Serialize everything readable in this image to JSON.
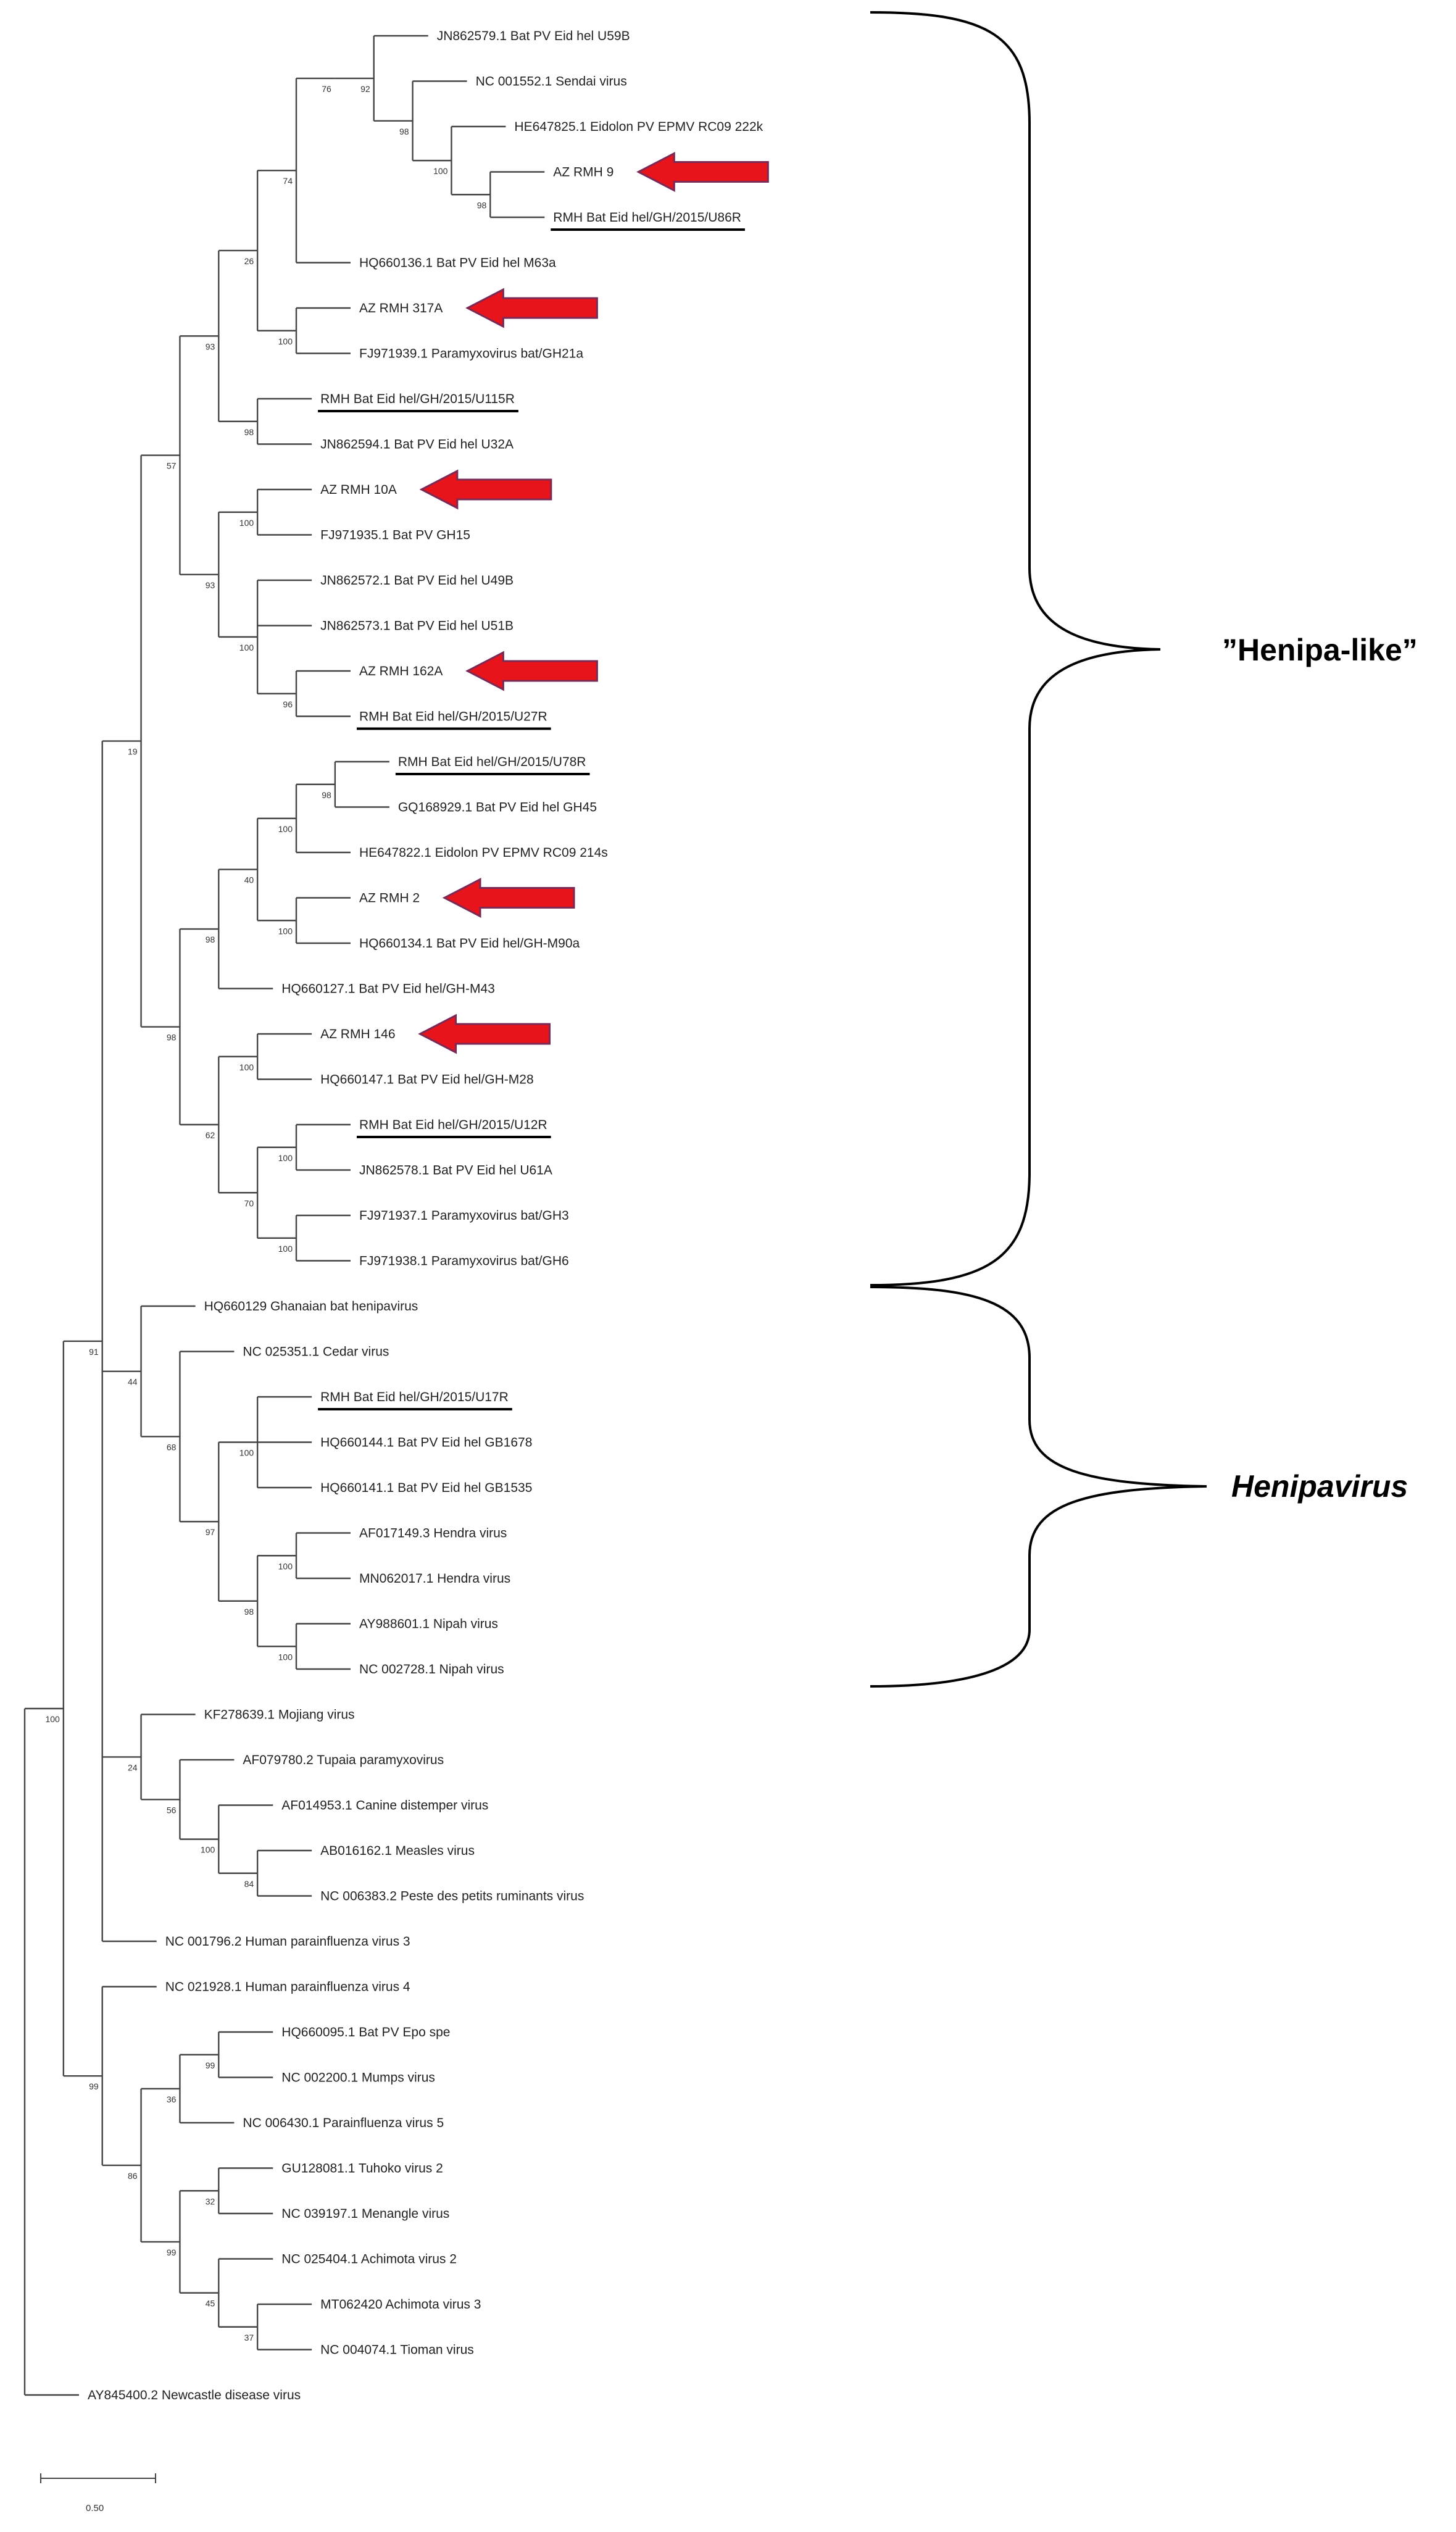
{
  "clade_labels": {
    "henipa_like": "”Henipa-like”",
    "henipavirus": "Henipavirus"
  },
  "scale_bar": {
    "label": "0.50"
  },
  "colors": {
    "branch": "#444444",
    "arrow_fill": "#e8141c",
    "arrow_stroke": "#7a2a55",
    "underline": "#000000",
    "bracket": "#000000"
  },
  "tree": {
    "support": 100,
    "children": [
      {
        "support": 91,
        "children": [
          {
            "support": 19,
            "children": [
              {
                "support": 57,
                "children": [
                  {
                    "support": 93,
                    "children": [
                      {
                        "support": 26,
                        "children": [
                          {
                            "support": 74,
                            "children": [
                              {
                                "support": 76,
                                "children": [
                                  {
                                    "support": 92,
                                    "children": [
                                      {
                                        "leaf": "JN862579.1 Bat PV Eid hel U59B"
                                      },
                                      {
                                        "support": 98,
                                        "children": [
                                          {
                                            "leaf": "NC 001552.1 Sendai virus"
                                          },
                                          {
                                            "support": 100,
                                            "children": [
                                              {
                                                "leaf": "HE647825.1 Eidolon PV EPMV RC09 222k"
                                              },
                                              {
                                                "support": 98,
                                                "children": [
                                                  {
                                                    "leaf": "AZ RMH 9",
                                                    "arrow": true
                                                  },
                                                  {
                                                    "leaf": "RMH Bat Eid hel/GH/2015/U86R",
                                                    "underline": true
                                                  }
                                                ]
                                              }
                                            ]
                                          }
                                        ]
                                      }
                                    ]
                                  }
                                ]
                              },
                              {
                                "leaf": "HQ660136.1 Bat PV Eid hel M63a"
                              }
                            ]
                          },
                          {
                            "support": 100,
                            "children": [
                              {
                                "leaf": "AZ RMH 317A",
                                "arrow": true
                              },
                              {
                                "leaf": "FJ971939.1 Paramyxovirus bat/GH21a"
                              }
                            ]
                          }
                        ]
                      },
                      {
                        "support": 98,
                        "children": [
                          {
                            "leaf": "RMH Bat Eid hel/GH/2015/U115R",
                            "underline": true
                          },
                          {
                            "leaf": "JN862594.1 Bat PV Eid hel U32A"
                          }
                        ]
                      }
                    ]
                  },
                  {
                    "support": 93,
                    "children": [
                      {
                        "support": 100,
                        "children": [
                          {
                            "leaf": "AZ RMH 10A",
                            "arrow": true
                          },
                          {
                            "leaf": "FJ971935.1 Bat PV GH15"
                          }
                        ]
                      },
                      {
                        "support": 100,
                        "children": [
                          {
                            "leaf": "JN862572.1 Bat PV Eid hel U49B"
                          },
                          {
                            "leaf": "JN862573.1 Bat PV Eid hel U51B"
                          },
                          {
                            "support": 96,
                            "children": [
                              {
                                "leaf": "AZ RMH 162A",
                                "arrow": true
                              },
                              {
                                "leaf": "RMH Bat Eid hel/GH/2015/U27R",
                                "underline": true
                              }
                            ]
                          }
                        ]
                      }
                    ]
                  }
                ]
              },
              {
                "support": 98,
                "children": [
                  {
                    "support": 98,
                    "children": [
                      {
                        "support": 40,
                        "children": [
                          {
                            "support": 100,
                            "children": [
                              {
                                "support": 98,
                                "children": [
                                  {
                                    "leaf": "RMH Bat Eid hel/GH/2015/U78R",
                                    "underline": true
                                  },
                                  {
                                    "leaf": "GQ168929.1 Bat PV Eid hel GH45"
                                  }
                                ]
                              },
                              {
                                "leaf": "HE647822.1 Eidolon PV EPMV RC09 214s"
                              }
                            ]
                          },
                          {
                            "support": 100,
                            "children": [
                              {
                                "leaf": "AZ RMH 2",
                                "arrow": true
                              },
                              {
                                "leaf": "HQ660134.1 Bat PV Eid hel/GH-M90a"
                              }
                            ]
                          }
                        ]
                      },
                      {
                        "leaf": "HQ660127.1 Bat PV Eid hel/GH-M43"
                      }
                    ]
                  },
                  {
                    "support": 62,
                    "children": [
                      {
                        "support": 100,
                        "children": [
                          {
                            "leaf": "AZ RMH 146",
                            "arrow": true
                          },
                          {
                            "leaf": "HQ660147.1 Bat PV Eid hel/GH-M28"
                          }
                        ]
                      },
                      {
                        "support": 70,
                        "children": [
                          {
                            "support": 100,
                            "children": [
                              {
                                "leaf": "RMH Bat Eid hel/GH/2015/U12R",
                                "underline": true
                              },
                              {
                                "leaf": "JN862578.1 Bat PV Eid hel U61A"
                              }
                            ]
                          },
                          {
                            "support": 100,
                            "children": [
                              {
                                "leaf": "FJ971937.1 Paramyxovirus bat/GH3"
                              },
                              {
                                "leaf": "FJ971938.1 Paramyxovirus bat/GH6"
                              }
                            ]
                          }
                        ]
                      }
                    ]
                  }
                ]
              }
            ]
          },
          {
            "support": 44,
            "children": [
              {
                "leaf": "HQ660129 Ghanaian bat henipavirus"
              },
              {
                "support": 68,
                "children": [
                  {
                    "leaf": "NC 025351.1 Cedar virus"
                  },
                  {
                    "support": 97,
                    "children": [
                      {
                        "support": 100,
                        "children": [
                          {
                            "leaf": "RMH Bat Eid hel/GH/2015/U17R",
                            "underline": true
                          },
                          {
                            "leaf": "HQ660144.1 Bat PV Eid hel GB1678"
                          },
                          {
                            "leaf": "HQ660141.1 Bat PV Eid hel GB1535"
                          }
                        ]
                      },
                      {
                        "support": 98,
                        "children": [
                          {
                            "support": 100,
                            "children": [
                              {
                                "leaf": "AF017149.3 Hendra virus"
                              },
                              {
                                "leaf": "MN062017.1 Hendra virus"
                              }
                            ]
                          },
                          {
                            "support": 100,
                            "children": [
                              {
                                "leaf": "AY988601.1 Nipah virus"
                              },
                              {
                                "leaf": "NC 002728.1 Nipah virus"
                              }
                            ]
                          }
                        ]
                      }
                    ]
                  }
                ]
              }
            ]
          },
          {
            "support": 24,
            "children": [
              {
                "leaf": "KF278639.1 Mojiang virus"
              },
              {
                "support": 56,
                "children": [
                  {
                    "leaf": "AF079780.2 Tupaia paramyxovirus"
                  },
                  {
                    "support": 100,
                    "children": [
                      {
                        "leaf": "AF014953.1 Canine distemper virus"
                      },
                      {
                        "support": 84,
                        "children": [
                          {
                            "leaf": "AB016162.1 Measles virus"
                          },
                          {
                            "leaf": "NC 006383.2 Peste des petits ruminants virus"
                          }
                        ]
                      }
                    ]
                  }
                ]
              }
            ]
          },
          {
            "leaf": "NC 001796.2 Human parainfluenza virus 3"
          }
        ]
      },
      {
        "support": 99,
        "children": [
          {
            "leaf": "NC 021928.1 Human parainfluenza virus 4"
          },
          {
            "support": 86,
            "children": [
              {
                "support": 36,
                "children": [
                  {
                    "support": 99,
                    "children": [
                      {
                        "leaf": "HQ660095.1 Bat PV Epo spe"
                      },
                      {
                        "leaf": "NC 002200.1 Mumps virus"
                      }
                    ]
                  },
                  {
                    "leaf": "NC 006430.1 Parainfluenza virus 5"
                  }
                ]
              },
              {
                "support": 99,
                "children": [
                  {
                    "support": 32,
                    "children": [
                      {
                        "leaf": "GU128081.1 Tuhoko virus 2"
                      },
                      {
                        "leaf": "NC 039197.1 Menangle virus"
                      }
                    ]
                  },
                  {
                    "support": 45,
                    "children": [
                      {
                        "leaf": "NC 025404.1 Achimota virus 2"
                      },
                      {
                        "support": 37,
                        "children": [
                          {
                            "leaf": "MT062420 Achimota virus 3"
                          },
                          {
                            "leaf": "NC 004074.1 Tioman virus"
                          }
                        ]
                      }
                    ]
                  }
                ]
              }
            ]
          }
        ]
      }
    ]
  },
  "outgroup": {
    "leaf": "AY845400.2 Newcastle disease virus"
  }
}
